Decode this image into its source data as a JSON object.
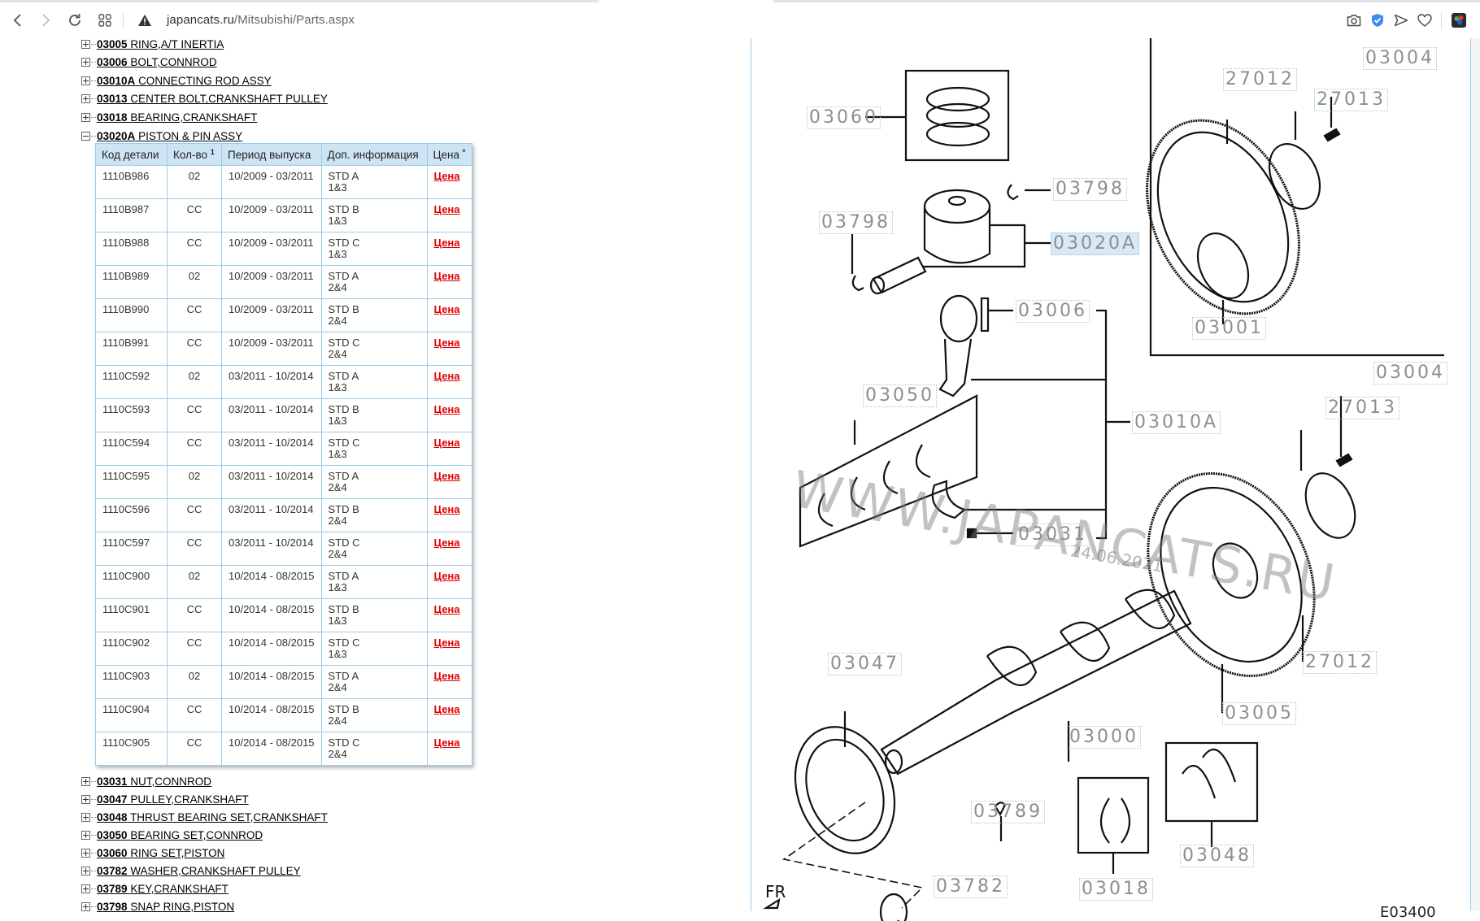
{
  "browser": {
    "url_host": "japancats.ru",
    "url_path": "/Mitsubishi/Parts.aspx",
    "icons": [
      "back-icon",
      "forward-icon",
      "reload-icon",
      "apps-grid-icon",
      "warning-icon",
      "camera-icon",
      "shield-check-icon",
      "send-icon",
      "heart-icon",
      "extension-icon"
    ]
  },
  "tree_before": [
    {
      "code": "03005",
      "name": "RING,A/T INERTIA"
    },
    {
      "code": "03006",
      "name": "BOLT,CONNROD"
    },
    {
      "code": "03010A",
      "name": "CONNECTING ROD ASSY"
    },
    {
      "code": "03013",
      "name": "CENTER BOLT,CRANKSHAFT PULLEY"
    },
    {
      "code": "03018",
      "name": "BEARING,CRANKSHAFT"
    }
  ],
  "expanded_item": {
    "code": "03020A",
    "name": "PISTON & PIN ASSY"
  },
  "table": {
    "headers": {
      "code": "Код детали",
      "qty": "Кол-во",
      "qty_sup": "1",
      "period": "Период выпуска",
      "info": "Доп. информация",
      "price": "Цена",
      "price_sup": "*"
    },
    "rows": [
      {
        "code": "1110B986",
        "qty": "02",
        "period": "10/2009 - 03/2011",
        "info1": "STD A",
        "info2": "1&3",
        "price": "Цена"
      },
      {
        "code": "1110B987",
        "qty": "CC",
        "period": "10/2009 - 03/2011",
        "info1": "STD B",
        "info2": "1&3",
        "price": "Цена"
      },
      {
        "code": "1110B988",
        "qty": "CC",
        "period": "10/2009 - 03/2011",
        "info1": "STD C",
        "info2": "1&3",
        "price": "Цена"
      },
      {
        "code": "1110B989",
        "qty": "02",
        "period": "10/2009 - 03/2011",
        "info1": "STD A",
        "info2": "2&4",
        "price": "Цена"
      },
      {
        "code": "1110B990",
        "qty": "CC",
        "period": "10/2009 - 03/2011",
        "info1": "STD B",
        "info2": "2&4",
        "price": "Цена"
      },
      {
        "code": "1110B991",
        "qty": "CC",
        "period": "10/2009 - 03/2011",
        "info1": "STD C",
        "info2": "2&4",
        "price": "Цена"
      },
      {
        "code": "1110C592",
        "qty": "02",
        "period": "03/2011 - 10/2014",
        "info1": "STD A",
        "info2": "1&3",
        "price": "Цена"
      },
      {
        "code": "1110C593",
        "qty": "CC",
        "period": "03/2011 - 10/2014",
        "info1": "STD B",
        "info2": "1&3",
        "price": "Цена"
      },
      {
        "code": "1110C594",
        "qty": "CC",
        "period": "03/2011 - 10/2014",
        "info1": "STD C",
        "info2": "1&3",
        "price": "Цена"
      },
      {
        "code": "1110C595",
        "qty": "02",
        "period": "03/2011 - 10/2014",
        "info1": "STD A",
        "info2": "2&4",
        "price": "Цена"
      },
      {
        "code": "1110C596",
        "qty": "CC",
        "period": "03/2011 - 10/2014",
        "info1": "STD B",
        "info2": "2&4",
        "price": "Цена"
      },
      {
        "code": "1110C597",
        "qty": "CC",
        "period": "03/2011 - 10/2014",
        "info1": "STD C",
        "info2": "2&4",
        "price": "Цена"
      },
      {
        "code": "1110C900",
        "qty": "02",
        "period": "10/2014 - 08/2015",
        "info1": "STD A",
        "info2": "1&3",
        "price": "Цена"
      },
      {
        "code": "1110C901",
        "qty": "CC",
        "period": "10/2014 - 08/2015",
        "info1": "STD B",
        "info2": "1&3",
        "price": "Цена"
      },
      {
        "code": "1110C902",
        "qty": "CC",
        "period": "10/2014 - 08/2015",
        "info1": "STD C",
        "info2": "1&3",
        "price": "Цена"
      },
      {
        "code": "1110C903",
        "qty": "02",
        "period": "10/2014 - 08/2015",
        "info1": "STD A",
        "info2": "2&4",
        "price": "Цена"
      },
      {
        "code": "1110C904",
        "qty": "CC",
        "period": "10/2014 - 08/2015",
        "info1": "STD B",
        "info2": "2&4",
        "price": "Цена"
      },
      {
        "code": "1110C905",
        "qty": "CC",
        "period": "10/2014 - 08/2015",
        "info1": "STD C",
        "info2": "2&4",
        "price": "Цена"
      }
    ]
  },
  "tree_after": [
    {
      "code": "03031",
      "name": "NUT,CONNROD"
    },
    {
      "code": "03047",
      "name": "PULLEY,CRANKSHAFT"
    },
    {
      "code": "03048",
      "name": "THRUST BEARING SET,CRANKSHAFT"
    },
    {
      "code": "03050",
      "name": "BEARING SET,CONNROD"
    },
    {
      "code": "03060",
      "name": "RING SET,PISTON"
    },
    {
      "code": "03782",
      "name": "WASHER,CRANKSHAFT PULLEY"
    },
    {
      "code": "03789",
      "name": "KEY,CRANKSHAFT"
    },
    {
      "code": "03798",
      "name": "SNAP RING,PISTON"
    }
  ],
  "diagram": {
    "callouts": [
      "03060",
      "03798",
      "03798",
      "03020A",
      "03006",
      "03050",
      "03010A",
      "03031",
      "27012",
      "27013",
      "03004",
      "03001",
      "03004",
      "27013",
      "27012",
      "03005",
      "03047",
      "03000",
      "03789",
      "03018",
      "03048",
      "03782"
    ],
    "active_callout": "03020A",
    "direction_label": "FR",
    "watermark": "WWW.JAPANCATS.RU",
    "watermark_date": "24.06.2021",
    "sheet_number": "E03400"
  },
  "colors": {
    "table_header_bg": "#cde4f3",
    "table_border": "#9ccbe8",
    "price_link": "#e00000",
    "callout_text": "#8e8e8e",
    "active_callout_bg": "#d7e9f6"
  }
}
